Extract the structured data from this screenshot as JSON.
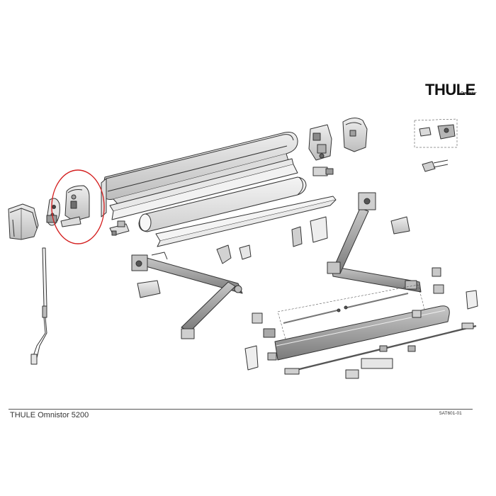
{
  "logo": {
    "brand": "THULE",
    "sub": "Omnistor"
  },
  "footer": {
    "title": "THULE Omnistor 5200",
    "code": "5AT601-01"
  },
  "colors": {
    "line": "#333333",
    "fill_light": "#f2f2f2",
    "fill_mid": "#d9d9d9",
    "fill_dark": "#9a9a9a",
    "highlight_circle": "#d42020"
  },
  "icons": [
    "awning-end-cap-icon",
    "crank-handle-icon",
    "arm-assembly-icon",
    "roller-tube-icon"
  ]
}
